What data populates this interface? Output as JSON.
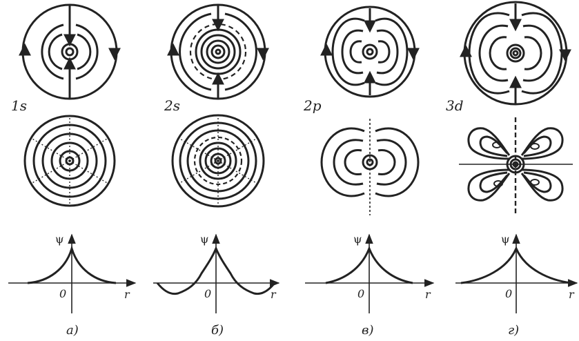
{
  "columns": [
    {
      "key": "a",
      "orbital": "1s",
      "caption": "а)",
      "radial_nodes": 0
    },
    {
      "key": "b",
      "orbital": "2s",
      "caption": "б)",
      "radial_nodes": 1
    },
    {
      "key": "v",
      "orbital": "2p",
      "caption": "в)",
      "radial_nodes": 0
    },
    {
      "key": "g",
      "orbital": "3d",
      "caption": "г)",
      "radial_nodes": 0
    }
  ],
  "axis": {
    "y_label": "ψ",
    "x_label": "r",
    "origin_label": "0"
  },
  "colors": {
    "ink": "#222222",
    "background": "#ffffff"
  }
}
